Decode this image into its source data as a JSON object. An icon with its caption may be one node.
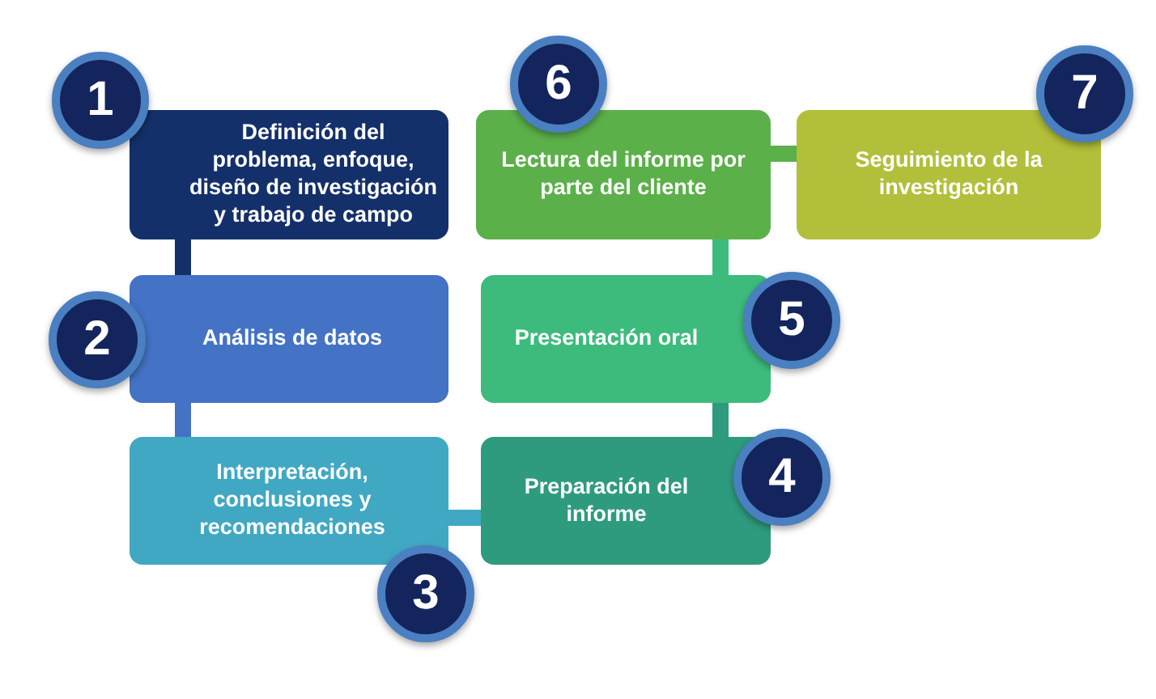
{
  "diagram": {
    "nodes": [
      {
        "text": [
          "Definición del problema, enfoque, diseño de investigación y trabajo de campo"
        ],
        "beside": [
          "1"
        ]
      },
      {
        "text": [
          "Análisis de datos"
        ],
        "beside": [
          "2"
        ]
      },
      {
        "text": [
          "Interpretación, conclusiones y recomendaciones"
        ],
        "beside": [
          "3"
        ]
      },
      {
        "text": [
          "Preparación del informe"
        ],
        "beside": [
          "4"
        ]
      },
      {
        "text": [
          "Presentación oral"
        ],
        "beside": [
          "5"
        ]
      },
      {
        "text": [
          "Lectura del informe por parte del cliente"
        ],
        "beside": [
          "6"
        ]
      },
      {
        "text": [
          "Seguimiento de la investigación"
        ],
        "beside": [
          "7"
        ]
      }
    ],
    "edges": [
      {
        "from": 0,
        "to": 1,
        "arrow": "none",
        "color": "#14306a"
      },
      {
        "from": 1,
        "to": 2,
        "arrow": "none",
        "color": "#4472c4"
      },
      {
        "from": 2,
        "to": 3,
        "arrow": "none",
        "color": "#41a8c3"
      },
      {
        "from": 3,
        "to": 4,
        "arrow": "none",
        "color": "#2e9b7e"
      },
      {
        "from": 4,
        "to": 5,
        "arrow": "none",
        "color": "#3dbb7c"
      },
      {
        "from": 5,
        "to": 6,
        "arrow": "none",
        "color": "#5cb04a"
      }
    ]
  }
}
